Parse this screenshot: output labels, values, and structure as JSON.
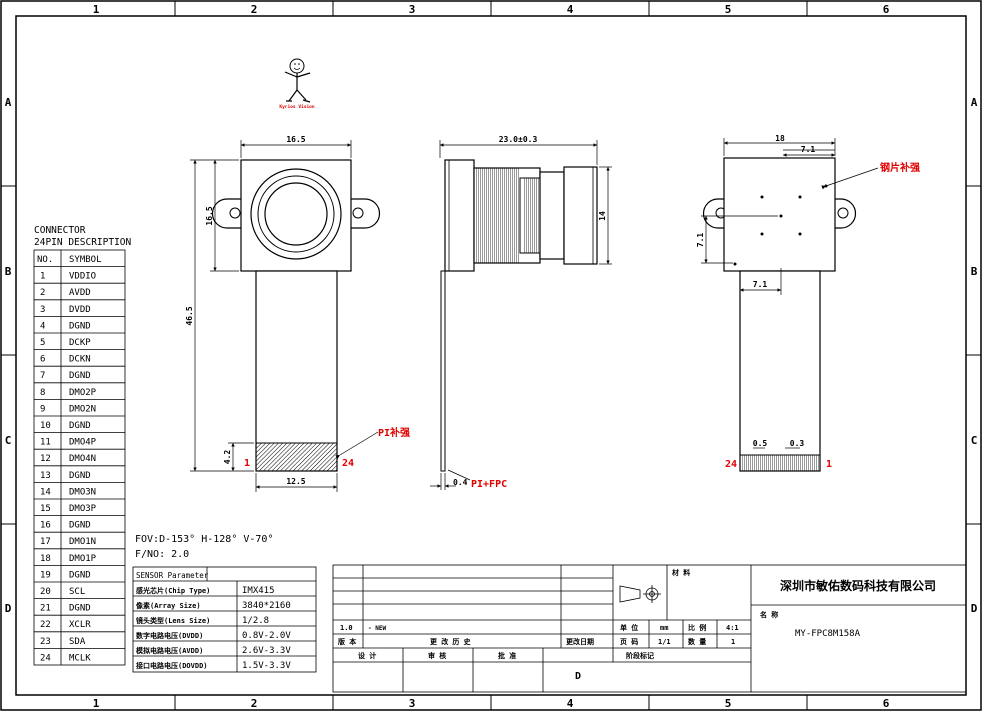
{
  "border": {
    "columns": [
      "1",
      "2",
      "3",
      "4",
      "5",
      "6"
    ],
    "rows": [
      "A",
      "B",
      "C",
      "D"
    ]
  },
  "logo": {
    "caption": "Kyrios Vision"
  },
  "connector": {
    "title_line1": "CONNECTOR",
    "title_line2": "24PIN DESCRIPTION",
    "head_no": "NO.",
    "head_symbol": "SYMBOL",
    "pins": [
      {
        "no": "1",
        "symbol": "VDDIO"
      },
      {
        "no": "2",
        "symbol": "AVDD"
      },
      {
        "no": "3",
        "symbol": "DVDD"
      },
      {
        "no": "4",
        "symbol": "DGND"
      },
      {
        "no": "5",
        "symbol": "DCKP"
      },
      {
        "no": "6",
        "symbol": "DCKN"
      },
      {
        "no": "7",
        "symbol": "DGND"
      },
      {
        "no": "8",
        "symbol": "DMO2P"
      },
      {
        "no": "9",
        "symbol": "DMO2N"
      },
      {
        "no": "10",
        "symbol": "DGND"
      },
      {
        "no": "11",
        "symbol": "DMO4P"
      },
      {
        "no": "12",
        "symbol": "DMO4N"
      },
      {
        "no": "13",
        "symbol": "DGND"
      },
      {
        "no": "14",
        "symbol": "DMO3N"
      },
      {
        "no": "15",
        "symbol": "DMO3P"
      },
      {
        "no": "16",
        "symbol": "DGND"
      },
      {
        "no": "17",
        "symbol": "DMO1N"
      },
      {
        "no": "18",
        "symbol": "DMO1P"
      },
      {
        "no": "19",
        "symbol": "DGND"
      },
      {
        "no": "20",
        "symbol": "SCL"
      },
      {
        "no": "21",
        "symbol": "DGND"
      },
      {
        "no": "22",
        "symbol": "XCLR"
      },
      {
        "no": "23",
        "symbol": "SDA"
      },
      {
        "no": "24",
        "symbol": "MCLK"
      }
    ]
  },
  "front_view": {
    "dim_width": "16.5",
    "dim_lens_height": "16.5",
    "dim_total_height": "46.5",
    "dim_pad_height": "4.2",
    "dim_pad_width": "12.5",
    "pin_left": "1",
    "pin_right": "24",
    "note": "PI补强"
  },
  "side_view": {
    "dim_length": "23.0±0.3",
    "dim_height": "14",
    "dim_thickness": "0.4",
    "note": "PI+FPC"
  },
  "back_view": {
    "dim_width": "18",
    "dim_offset_top": "7.1",
    "dim_offset_left": "7.1",
    "dim_offset_bottom": "7.1",
    "dim_pitch": "0.5",
    "dim_pin_width": "0.3",
    "pin_left": "24",
    "pin_right": "1",
    "note": "钢片补强"
  },
  "specs": {
    "fov": "FOV:D-153° H-128° V-70°",
    "fno": "F/NO: 2.0"
  },
  "sensor_params": {
    "title": "SENSOR Parameter",
    "rows": [
      {
        "label": "感光芯片(Chip Type)",
        "value": "IMX415"
      },
      {
        "label": "像素(Array Size)",
        "value": "3840*2160"
      },
      {
        "label": "镜头类型(Lens Size)",
        "value": "1/2.8"
      },
      {
        "label": "数字电路电压(DVDD)",
        "value": "0.8V-2.0V"
      },
      {
        "label": "模拟电路电压(AVDD)",
        "value": "2.6V-3.3V"
      },
      {
        "label": "接口电路电压(DOVDD)",
        "value": "1.5V-3.3V"
      }
    ]
  },
  "title_block": {
    "material_label": "材 料",
    "company": "深圳市敏佑数码科技有限公司",
    "name_label": "名 称",
    "part_number": "MY-FPC8M158A",
    "rev_value": "1.0",
    "rev_desc": "- NEW",
    "unit_label": "单 位",
    "unit_value": "mm",
    "scale_label": "比 例",
    "scale_value": "4:1",
    "rev_label": "版 本",
    "history_label": "更 改 历 史",
    "change_date_label": "更改日期",
    "page_label": "页 码",
    "page_value": "1/1",
    "qty_label": "数 量",
    "qty_value": "1",
    "design_label": "设 计",
    "check_label": "审 核",
    "approve_label": "批 准",
    "stage_label": "阶段标记",
    "stage_value": "D"
  }
}
